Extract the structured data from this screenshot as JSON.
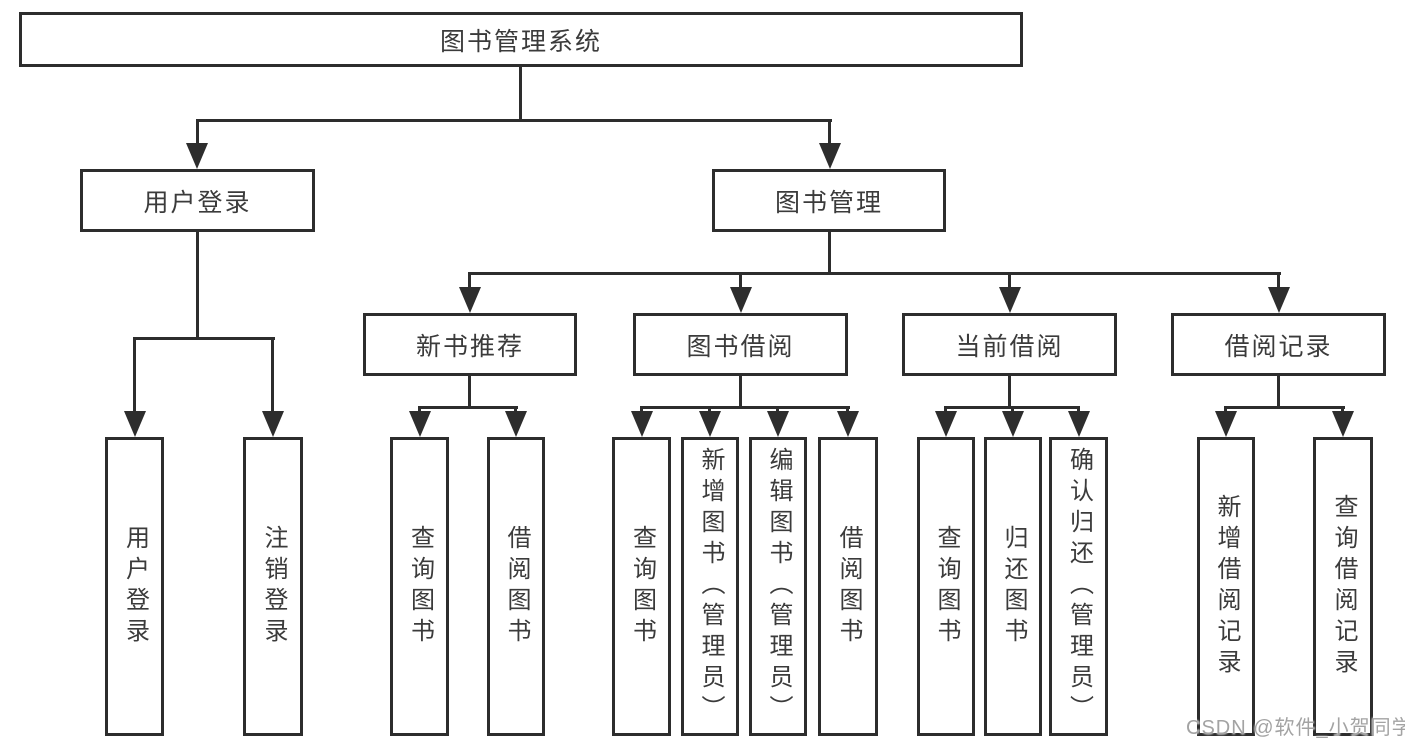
{
  "diagram": {
    "root": {
      "label": "图书管理系统"
    },
    "level2": [
      {
        "id": "user-login",
        "label": "用户登录"
      },
      {
        "id": "book-management",
        "label": "图书管理"
      }
    ],
    "level3": [
      {
        "id": "new-book-recommend",
        "label": "新书推荐"
      },
      {
        "id": "book-borrow",
        "label": "图书借阅"
      },
      {
        "id": "current-borrow",
        "label": "当前借阅"
      },
      {
        "id": "borrow-records",
        "label": "借阅记录"
      }
    ],
    "leaves": [
      {
        "label": "用户登录"
      },
      {
        "label": "注销登录"
      },
      {
        "label": "查询图书"
      },
      {
        "label": "借阅图书"
      },
      {
        "label": "查询图书"
      },
      {
        "label": "新增图书（管理员）"
      },
      {
        "label": "编辑图书（管理员）"
      },
      {
        "label": "借阅图书"
      },
      {
        "label": "查询图书"
      },
      {
        "label": "归还图书"
      },
      {
        "label": "确认归还（管理员）"
      },
      {
        "label": "新增借阅记录"
      },
      {
        "label": "查询借阅记录"
      }
    ]
  },
  "watermark": {
    "text": "CSDN @软件_小贺同学"
  },
  "colors": {
    "line": "#2d2d2d",
    "text": "#3b3b3b",
    "watermark": "#a3a3a3",
    "background": "#ffffff"
  }
}
